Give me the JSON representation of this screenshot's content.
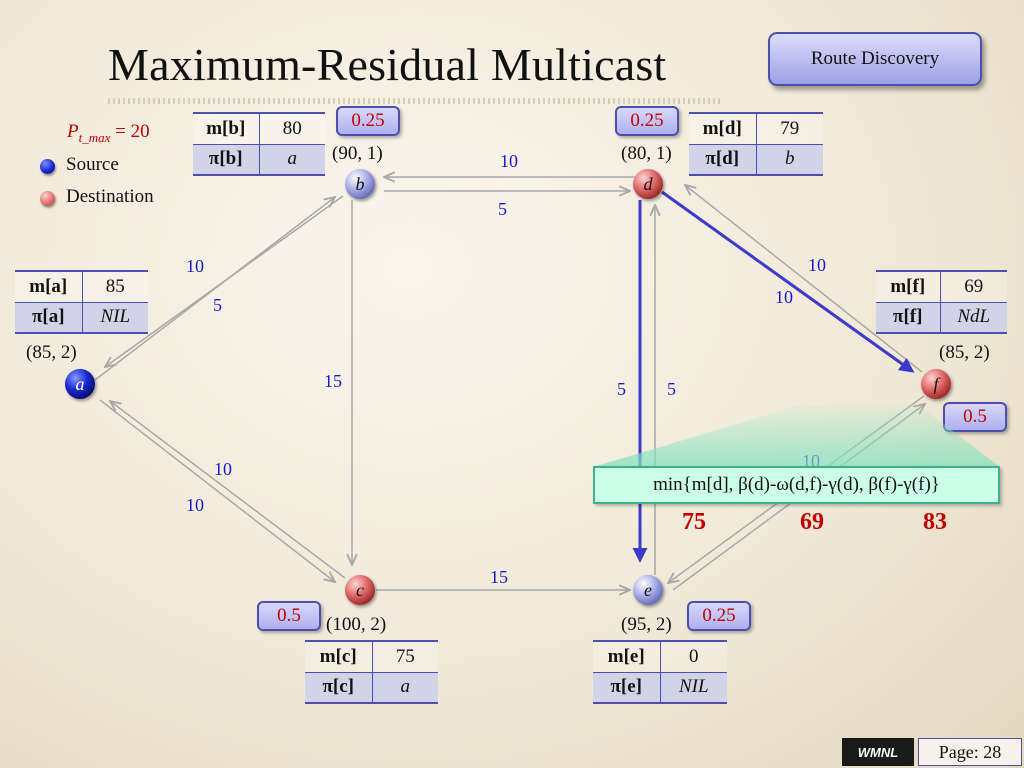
{
  "slide": {
    "title": "Maximum-Residual Multicast",
    "route_button": "Route Discovery",
    "footer_logo": "WMNL",
    "footer_page": "Page: 28"
  },
  "legend": {
    "pmax_symbol": "P",
    "pmax_sub": "t_max",
    "pmax_value": " = 20",
    "source_label": "Source",
    "destination_label": "Destination"
  },
  "nodes": {
    "a": {
      "name": "a",
      "pair": "(85, 2)",
      "m_key": "m[a]",
      "m_val": "85",
      "pi_key": "π[a]",
      "pi_val": "NIL"
    },
    "b": {
      "name": "b",
      "pair": "(90, 1)",
      "m_key": "m[b]",
      "m_val": "80",
      "pi_key": "π[b]",
      "pi_val": "a",
      "pin": "0.25"
    },
    "c": {
      "name": "c",
      "pair": "(100, 2)",
      "m_key": "m[c]",
      "m_val": "75",
      "pi_key": "π[c]",
      "pi_val": "a",
      "pin": "0.5"
    },
    "d": {
      "name": "d",
      "pair": "(80, 1)",
      "m_key": "m[d]",
      "m_val": "79",
      "pi_key": "π[d]",
      "pi_val": "b",
      "pin": "0.25"
    },
    "e": {
      "name": "e",
      "pair": "(95, 2)",
      "m_key": "m[e]",
      "m_val": "0",
      "pi_key": "π[e]",
      "pi_val": "NIL",
      "pin": "0.25"
    },
    "f": {
      "name": "f",
      "pair": "(85, 2)",
      "m_key": "m[f]",
      "m_val": "69",
      "pi_key": "π[f]",
      "pi_val": "NdL",
      "pin": "0.5"
    }
  },
  "weights": {
    "bd_top": "10",
    "bd_bottom": "5",
    "ab_top": "10",
    "ab_bottom": "5",
    "df_top": "10",
    "df_bottom": "10",
    "bc": "15",
    "de_left": "5",
    "de_right": "5",
    "ac_top": "10",
    "ac_bottom": "10",
    "ce": "15",
    "ef": "10"
  },
  "formula": {
    "text": "min{m[d], β(d)-ω(d,f)-γ(d), β(f)-γ(f)}",
    "val1": "75",
    "val2": "69",
    "val3": "83"
  },
  "colors": {
    "edge_gray": "#a8a8a8",
    "highlight_blue": "#3a3acc",
    "weight_blue": "#1a1acc",
    "red_value": "#c00000",
    "table_border": "#4a4fb0",
    "formula_bg": "#ccffe8"
  }
}
